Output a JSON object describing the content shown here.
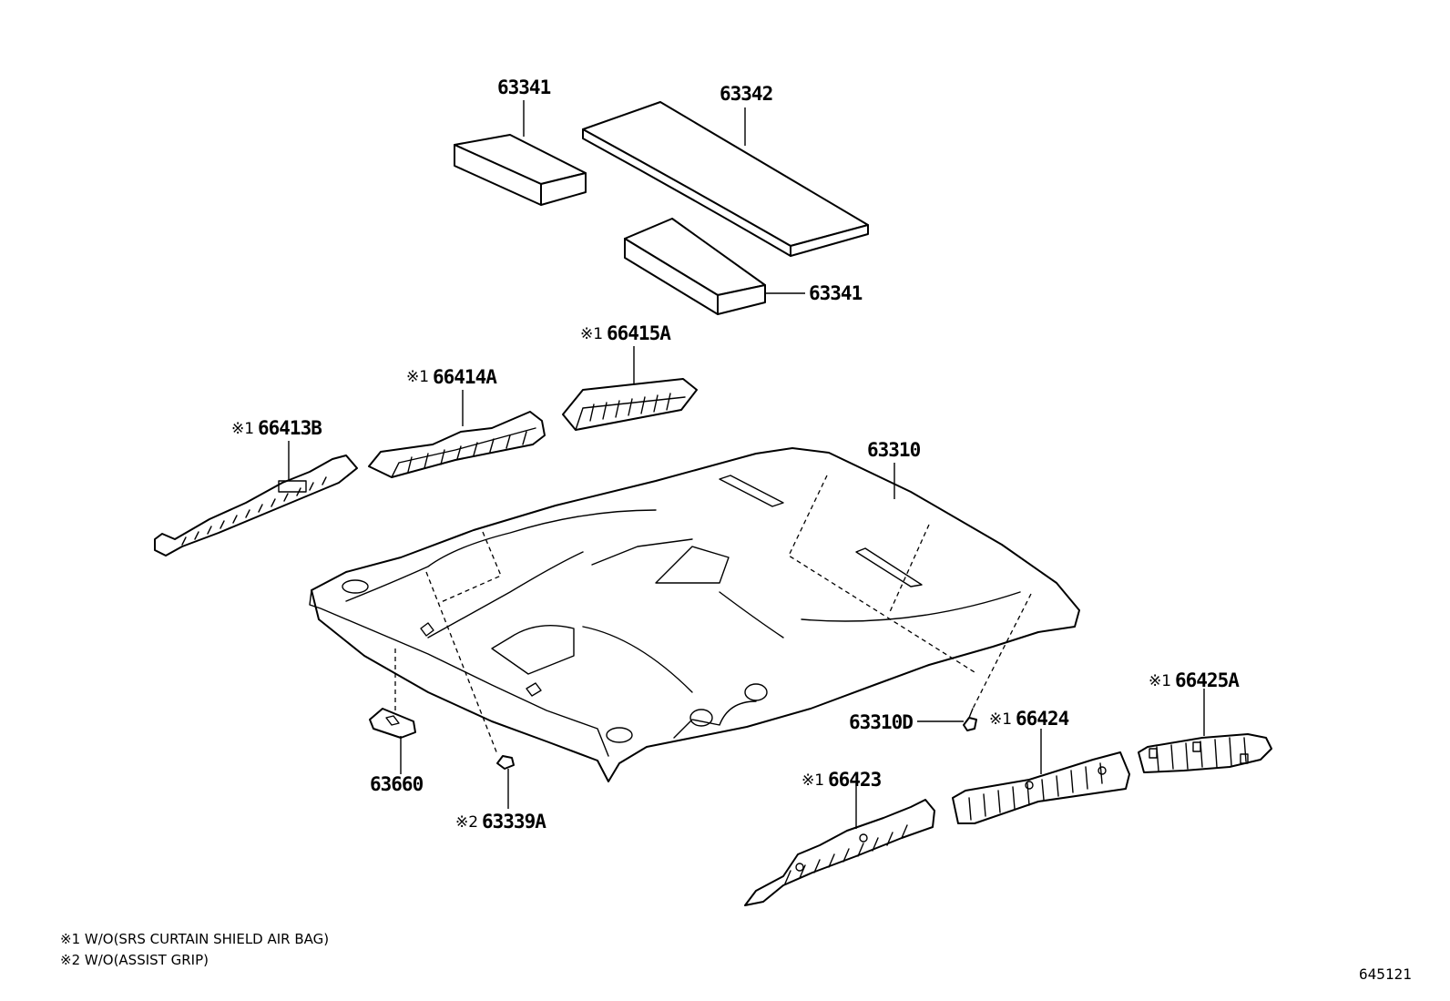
{
  "parts": {
    "p63341_top": "63341",
    "p63342": "63342",
    "p63341_right": "63341",
    "p66415A": "66415A",
    "p66414A": "66414A",
    "p66413B": "66413B",
    "p63310": "63310",
    "p63310D": "63310D",
    "p63660": "63660",
    "p63339A": "63339A",
    "p66423": "66423",
    "p66424": "66424",
    "p66425A": "66425A"
  },
  "marks": {
    "note1": "※1",
    "note2": "※2"
  },
  "notes": [
    "※1 W/O(SRS CURTAIN SHIELD AIR BAG)",
    "※2 W/O(ASSIST GRIP)"
  ],
  "reference_number": "645121"
}
